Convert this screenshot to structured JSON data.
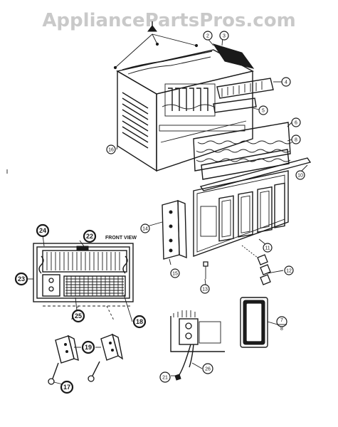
{
  "watermark": "AppliancePartsPros.com",
  "front_view_label": "FRONT VIEW",
  "callouts": {
    "c2": "2",
    "c3": "3",
    "c4": "4",
    "c5": "5",
    "c6": "6",
    "c8": "8",
    "c10": "10",
    "c11": "11",
    "c12": "12",
    "c13": "13",
    "c14": "14",
    "c15": "15",
    "c16": "16",
    "c17": "17",
    "c18": "18",
    "c19": "19",
    "c21": "21",
    "c22": "22",
    "c23": "23",
    "c24": "24",
    "c25": "25",
    "c26": "26",
    "c7b": "7",
    "c8b": "8"
  }
}
